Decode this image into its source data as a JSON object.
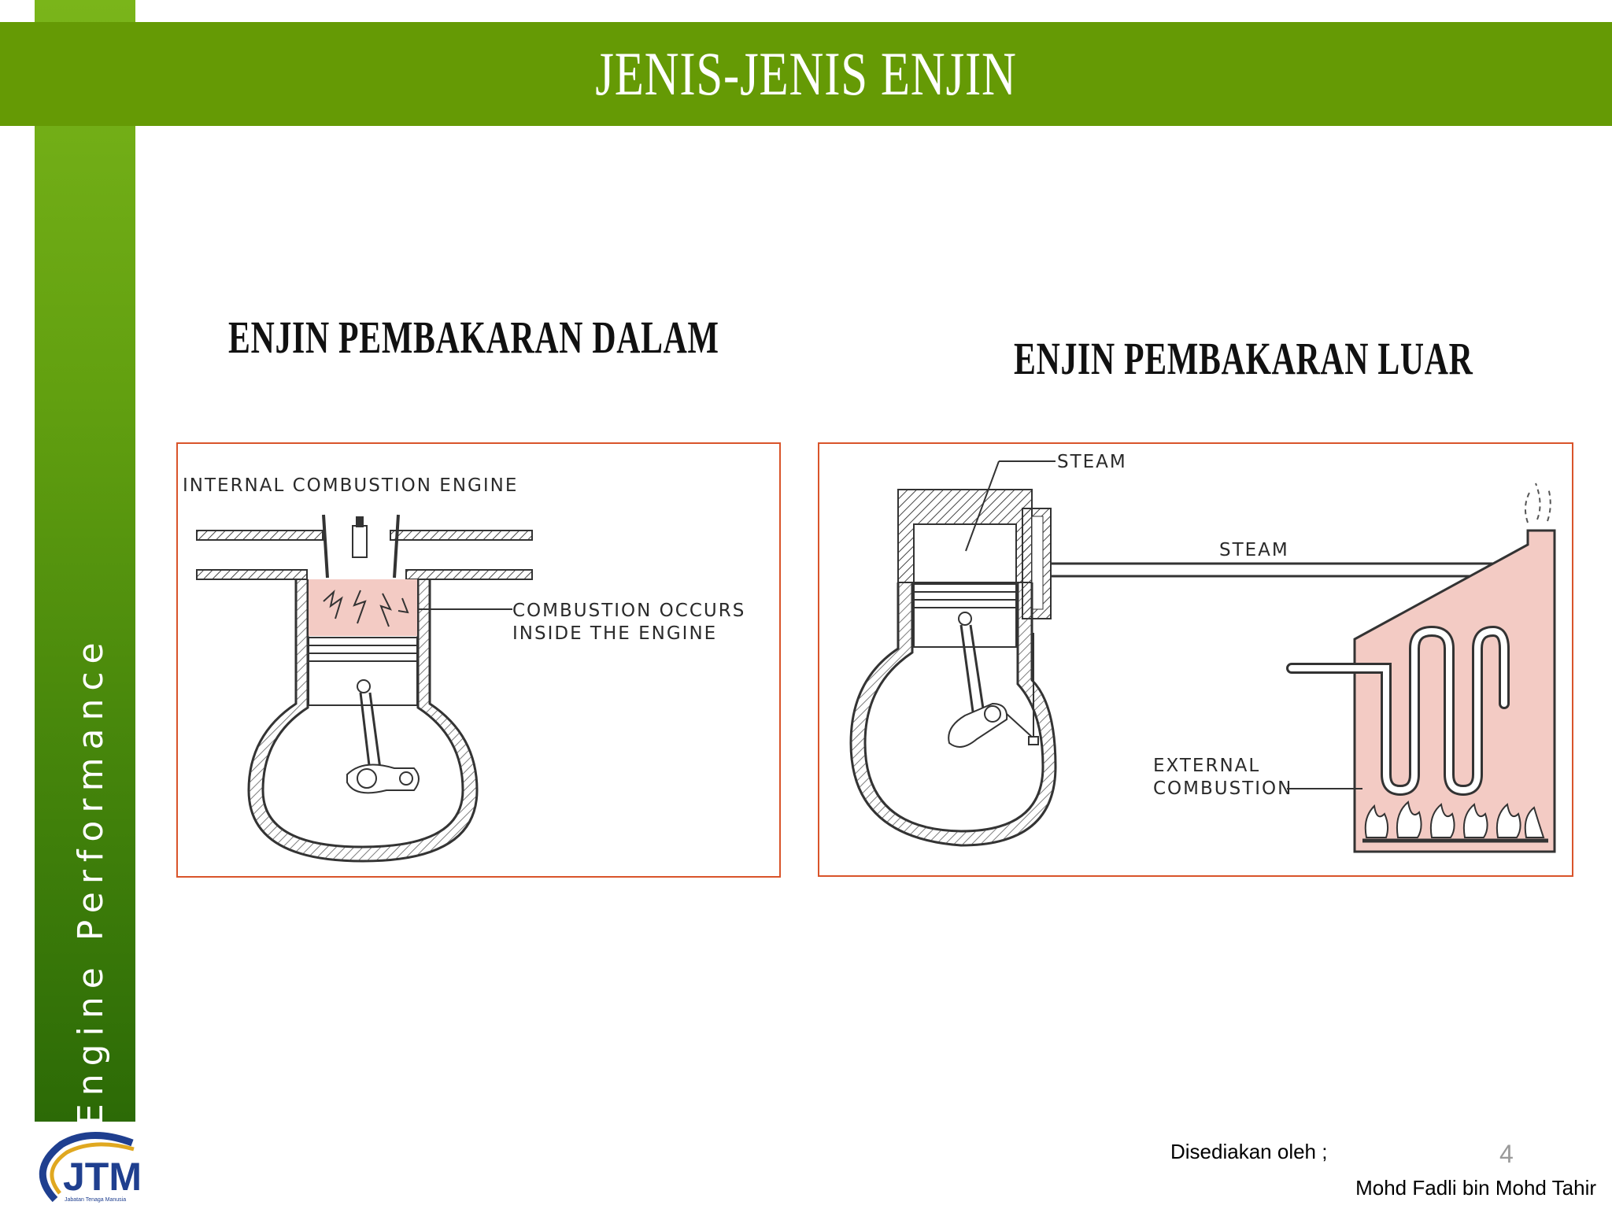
{
  "slide": {
    "title": "JENIS-JENIS ENJIN",
    "sidebar_text": "Engine Performance",
    "page_number": "4"
  },
  "sections": {
    "left_heading": "ENJIN PEMBAKARAN DALAM",
    "right_heading": "ENJIN PEMBAKARAN LUAR"
  },
  "diagram_left": {
    "title": "INTERNAL COMBUSTION ENGINE",
    "note_line1": "COMBUSTION OCCURS",
    "note_line2": "INSIDE THE ENGINE"
  },
  "diagram_right": {
    "steam_label_top": "STEAM",
    "steam_label_pipe": "STEAM",
    "external_line1": "EXTERNAL",
    "external_line2": "COMBUSTION"
  },
  "footer": {
    "prepared_by": "Disediakan oleh ;",
    "author": "Mohd Fadli bin Mohd Tahir",
    "logo_text": "JTM",
    "logo_subtext": "Jabatan Tenaga Manusia"
  },
  "colors": {
    "header_green": "#659a05",
    "frame_border": "#d9542a",
    "flame_fill": "#f3cbc4",
    "logo_blue": "#1f3f8f",
    "logo_gold": "#e0a820"
  }
}
